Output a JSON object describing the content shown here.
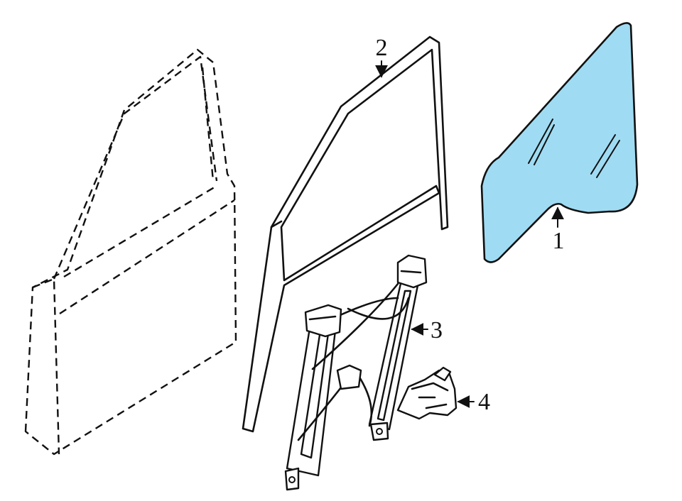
{
  "colors": {
    "glass_fill": "#9fdcf3",
    "line": "#111111",
    "background": "#ffffff"
  },
  "callouts": [
    {
      "id": "glass",
      "label": "1"
    },
    {
      "id": "run-channel",
      "label": "2"
    },
    {
      "id": "regulator",
      "label": "3"
    },
    {
      "id": "motor",
      "label": "4"
    }
  ]
}
